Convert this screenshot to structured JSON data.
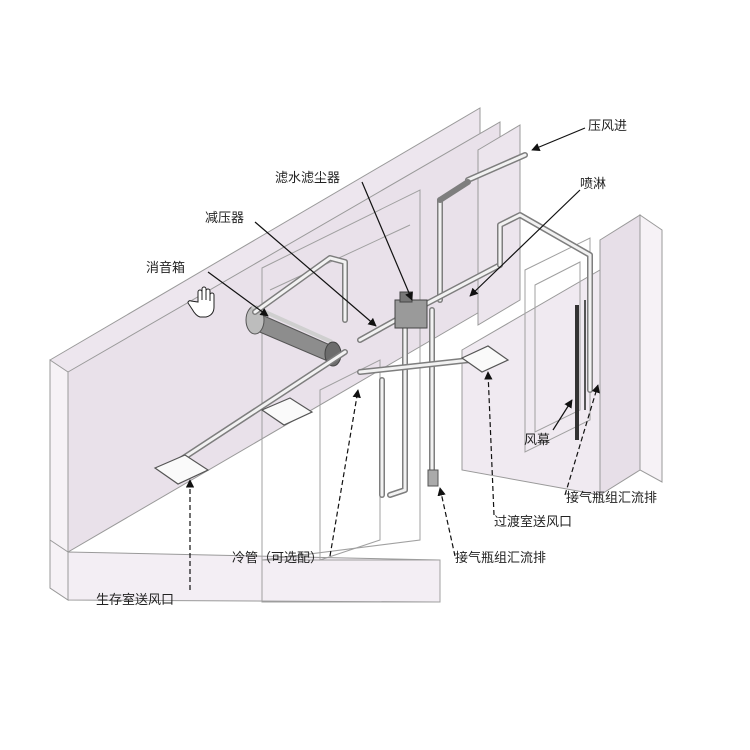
{
  "labels": {
    "compressed_air_in": "压风进",
    "water_dust_filter": "滤水滤尘器",
    "spray": "喷淋",
    "pressure_reducer": "减压器",
    "silencer": "消音箱",
    "air_curtain": "风幕",
    "cylinder_manifold_right": "接气瓶组汇流排",
    "transition_room_outlet": "过渡室送风口",
    "cylinder_manifold_bottom": "接气瓶组汇流排",
    "cooling_pipe": "冷管（可选配）",
    "survival_room_outlet": "生存室送风口"
  }
}
